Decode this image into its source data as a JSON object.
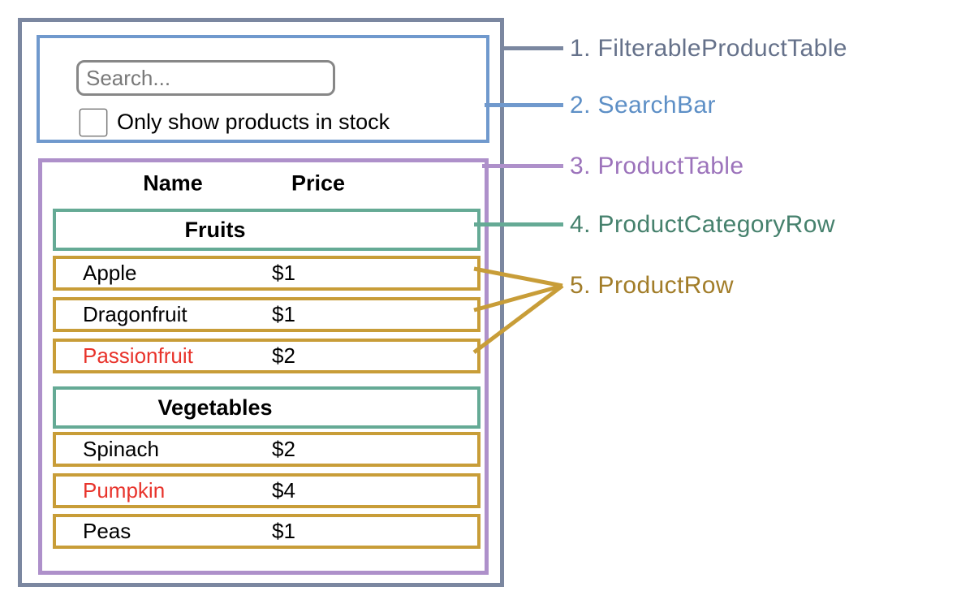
{
  "mock_ui": {
    "search_bar": {
      "search_placeholder": "Search...",
      "checkbox_label": "Only show products in stock",
      "checkbox_checked": false
    },
    "product_table": {
      "name_header": "Name",
      "price_header": "Price",
      "categories": [
        {
          "label": "Fruits",
          "rows": [
            {
              "name": "Apple",
              "price": "$1",
              "red": false
            },
            {
              "name": "Dragonfruit",
              "price": "$1",
              "red": false
            },
            {
              "name": "Passionfruit",
              "price": "$2",
              "red": true
            }
          ]
        },
        {
          "label": "Vegetables",
          "rows": [
            {
              "name": "Spinach",
              "price": "$2",
              "red": false
            },
            {
              "name": "Pumpkin",
              "price": "$4",
              "red": true
            },
            {
              "name": "Peas",
              "price": "$1",
              "red": false
            }
          ]
        }
      ]
    }
  },
  "legend": {
    "items": [
      {
        "label": "1. FilterableProductTable",
        "color": "#65718a"
      },
      {
        "label": "2. SearchBar",
        "color": "#5d8fc6"
      },
      {
        "label": "3. ProductTable",
        "color": "#9c73bb"
      },
      {
        "label": "4. ProductCategoryRow",
        "color": "#46816d"
      },
      {
        "label": "5. ProductRow",
        "color": "#a27d29"
      }
    ]
  },
  "colors": {
    "filterable_product_table_border": "#7b87a0",
    "search_bar_border": "#7099cd",
    "product_table_border": "#ae90ca",
    "product_category_row_border": "#65aa95",
    "product_row_border": "#c89d38",
    "highlighted_product_text": "#e8332b"
  }
}
